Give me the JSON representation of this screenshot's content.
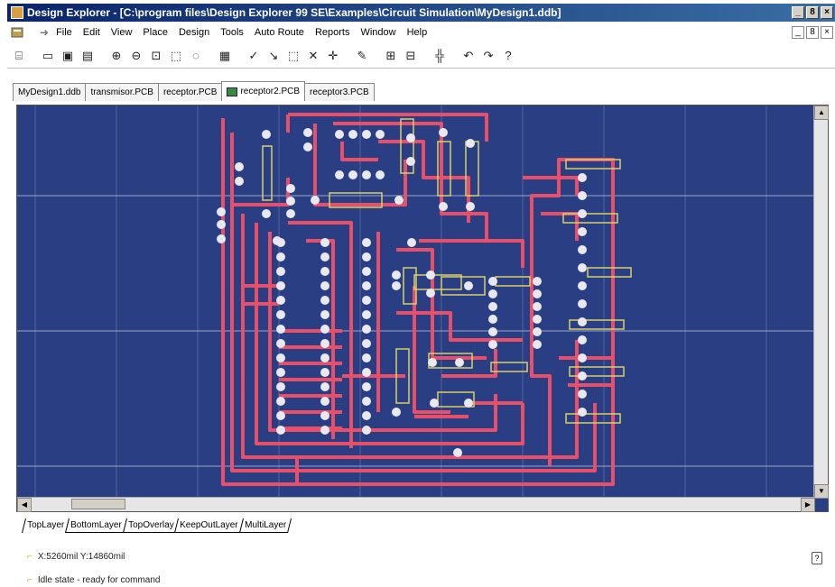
{
  "window": {
    "title": "Design Explorer - [C:\\program files\\Design Explorer 99 SE\\Examples\\Circuit Simulation\\MyDesign1.ddb]",
    "controls": [
      "_",
      "8",
      "×"
    ]
  },
  "menubar": {
    "items": [
      "File",
      "Edit",
      "View",
      "Place",
      "Design",
      "Tools",
      "Auto Route",
      "Reports",
      "Window",
      "Help"
    ],
    "mdi_controls": [
      "_",
      "8",
      "×"
    ]
  },
  "toolbar": {
    "icons": [
      "design-manager-icon",
      "open-icon",
      "save-icon",
      "print-icon",
      "zoom-in-icon",
      "zoom-out-icon",
      "zoom-fit-icon",
      "zoom-area-icon",
      "zoom-select-icon",
      "component-icon",
      "wire-icon",
      "track-icon",
      "select-area-icon",
      "deselect-icon",
      "move-icon",
      "pencil-icon",
      "library-icon",
      "browse-icon",
      "cross-probe-icon",
      "undo-icon",
      "redo-icon",
      "help-icon"
    ]
  },
  "doc_tabs": [
    {
      "label": "MyDesign1.ddb",
      "active": false,
      "icon": false
    },
    {
      "label": "transmisor.PCB",
      "active": false,
      "icon": false
    },
    {
      "label": "receptor.PCB",
      "active": false,
      "icon": false
    },
    {
      "label": "receptor2.PCB",
      "active": true,
      "icon": true
    },
    {
      "label": "receptor3.PCB",
      "active": false,
      "icon": false
    }
  ],
  "layer_tabs": [
    "TopLayer",
    "BottomLayer",
    "TopOverlay",
    "KeepOutLayer",
    "MultiLayer"
  ],
  "active_layer": "TopLayer",
  "status": {
    "coordinates": "X:5260mil Y:14860mil",
    "message": "Idle state - ready for command",
    "help_glyph": "?"
  },
  "colors": {
    "board_background": "#2a3f83",
    "trace": "#e8506a",
    "pad": "#e8e8ee",
    "overlay": "#d8cf6a",
    "grid": "#6c7fb5",
    "title_bar": "#0a246a"
  }
}
